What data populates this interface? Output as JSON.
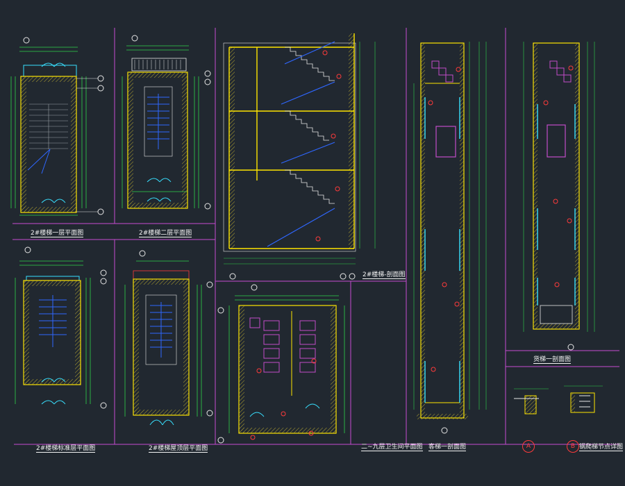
{
  "titles": {
    "t1": "2#楼梯一层平面图",
    "t2": "2#楼梯二层平面图",
    "t3": "2#楼梯-剖面图",
    "t4": "2#楼梯标准层平面图",
    "t5": "2#楼梯屋顶层平面图",
    "t6": "二~九层卫生间平面图",
    "t7": "客梯一剖面图",
    "t8": "货梯一剖面图",
    "t9": "钢爬梯节点详图"
  },
  "details": {
    "a": "A",
    "b": "B"
  },
  "colors": {
    "background": "#212830",
    "frame": "#c64bd2",
    "wall": "#ffe600",
    "hatch": "#b8a830",
    "dim": "#2fd44a",
    "axis": "#e7e7e7",
    "stair": "#2f67ff",
    "door": "#38e0ff",
    "fixture": "#c24cc9",
    "tag": "#ff3b3b"
  }
}
